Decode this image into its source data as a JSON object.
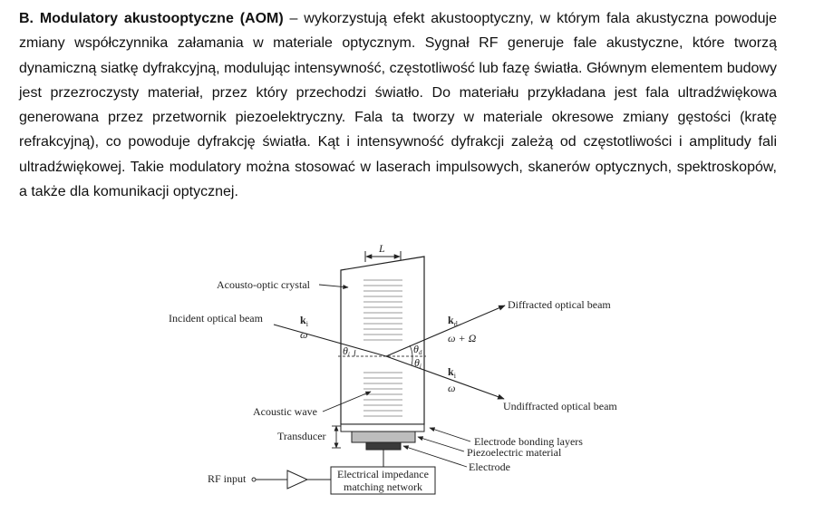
{
  "paragraph": {
    "lead": "B. Modulatory akustooptyczne (AOM)",
    "body": " – wykorzystują efekt akustooptyczny, w którym fala akustyczna powoduje zmiany współczynnika załamania w materiale optycznym. Sygnał RF generuje fale akustyczne, które tworzą dynamiczną siatkę dyfrakcyjną, modulując intensywność, częstotliwość lub fazę światła. Głównym elementem budowy jest przezroczysty materiał, przez który przechodzi światło. Do materiału przykładana jest fala ultradźwiękowa generowana przez przetwornik piezoelektryczny. Fala ta tworzy w materiale okresowe zmiany gęstości (kratę refrakcyjną), co powoduje dyfrakcję światła. Kąt i intensywność dyfrakcji zależą od częstotliwości i amplitudy fali ultradźwiękowej. Takie modulatory można stosować w laserach impulsowych, skanerów optycznych, spektroskopów, a także dla komunikacji optycznej."
  },
  "diagram": {
    "labels": {
      "crystal": "Acousto-optic crystal",
      "incident": "Incident optical beam",
      "diffracted": "Diffracted optical beam",
      "undiffracted": "Undiffracted optical beam",
      "acoustic": "Acoustic wave",
      "transducer": "Transducer",
      "bonding": "Electrode bonding layers",
      "piezo": "Piezoelectric material",
      "electrode": "Electrode",
      "rf": "RF input",
      "network_line1": "Electrical impedance",
      "network_line2": "matching network"
    },
    "symbols": {
      "L": "L",
      "ki_in": "k",
      "ki_in_sub": "i",
      "omega_in": "ω",
      "kd": "k",
      "kd_sub": "d",
      "omega_d": "ω + Ω",
      "ki_out": "k",
      "ki_out_sub": "i",
      "omega_out": "ω",
      "theta_i_left": "θ",
      "theta_i_left_sub": "i",
      "theta_d": "θ",
      "theta_d_sub": "d",
      "theta_i_right": "θ",
      "theta_i_right_sub": "i"
    }
  }
}
